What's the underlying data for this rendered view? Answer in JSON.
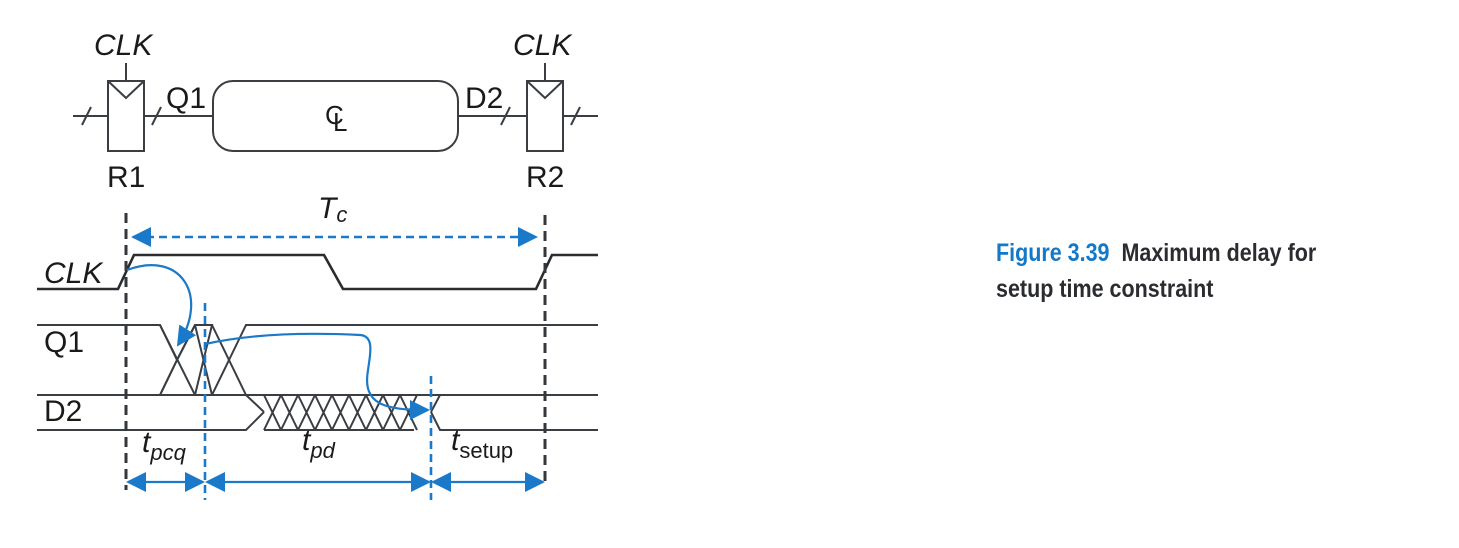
{
  "figure": {
    "caption_label": "Figure 3.39",
    "caption_line1": "Maximum delay for",
    "caption_line2": "setup time constraint"
  },
  "circuit": {
    "register1": {
      "name": "R1",
      "clock_label": "CLK"
    },
    "register2": {
      "name": "R2",
      "clock_label": "CLK"
    },
    "logic_block": {
      "symbol": "CL"
    },
    "signal_q1": "Q1",
    "signal_d2": "D2"
  },
  "timing": {
    "period_label": "T",
    "period_subscript": "c",
    "rows": [
      {
        "name": "CLK",
        "italic": true
      },
      {
        "name": "Q1",
        "italic": false
      },
      {
        "name": "D2",
        "italic": false
      }
    ],
    "intervals": [
      {
        "base": "t",
        "subscript": "pcq",
        "subscript_italic": true
      },
      {
        "base": "t",
        "subscript": "pd",
        "subscript_italic": true
      },
      {
        "base": "t",
        "subscript": "setup",
        "subscript_italic": false
      }
    ]
  },
  "colors": {
    "accent_blue": "#1a7ac9",
    "caption_blue": "#1378c8",
    "line_dark": "#3a3d42",
    "text_dark": "#2a2c30"
  }
}
